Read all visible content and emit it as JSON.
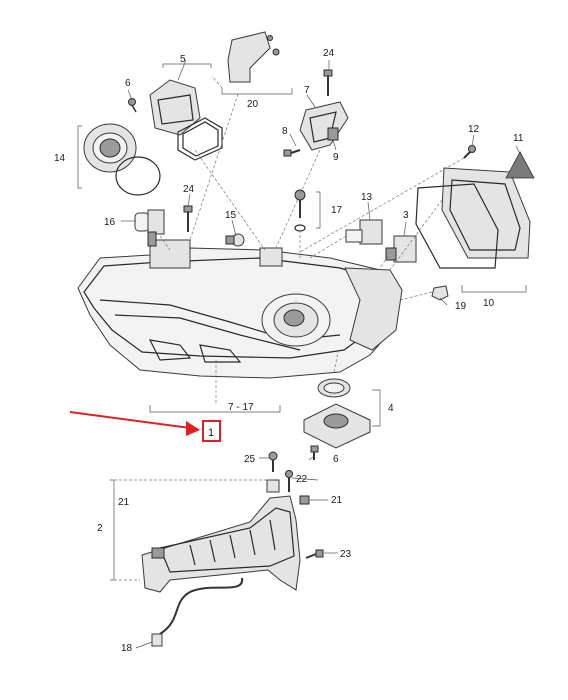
{
  "diagram": {
    "labels": {
      "l1": "1",
      "l2": "2",
      "l3": "3",
      "l4": "4",
      "l5": "5",
      "l6a": "6",
      "l6b": "6",
      "l7": "7",
      "l8": "8",
      "l9": "9",
      "l10": "10",
      "l11": "11",
      "l12": "12",
      "l13": "13",
      "l14": "14",
      "l15": "15",
      "l16": "16",
      "l17": "17",
      "l18": "18",
      "l19": "19",
      "l20": "20",
      "l21a": "21",
      "l21b": "21",
      "l22": "22",
      "l23": "23",
      "l24a": "24",
      "l24b": "24",
      "l25": "25",
      "range": "7 - 17"
    },
    "highlight_color": "#e02020",
    "arrow_color": "#e02020"
  }
}
